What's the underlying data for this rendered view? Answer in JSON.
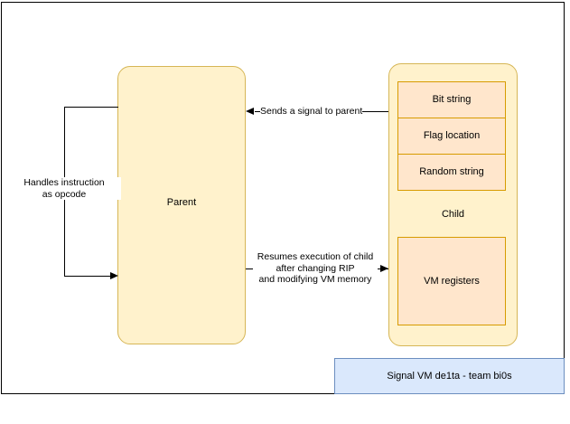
{
  "diagram": {
    "parent": {
      "label": "Parent"
    },
    "child": {
      "label": "Child",
      "components": [
        {
          "label": "Bit string"
        },
        {
          "label": "Flag location"
        },
        {
          "label": "Random string"
        },
        {
          "label": "VM registers"
        }
      ]
    },
    "edges": {
      "self_loop": {
        "line1": "Handles instruction",
        "line2": "as opcode"
      },
      "child_to_parent": {
        "line1": "Sends a signal to parent"
      },
      "parent_to_child": {
        "line1": "Resumes execution of child",
        "line2": "after changing RIP",
        "line3": "and modifying VM memory"
      }
    }
  },
  "legend": {
    "title": "Signal VM de1ta - team bi0s"
  },
  "colors": {
    "process_fill": "#fff2cc",
    "process_stroke": "#d6b656",
    "component_fill": "#ffe6cc",
    "component_stroke": "#d79b00",
    "legend_fill": "#dae8fc",
    "legend_stroke": "#6c8ebf",
    "edge_stroke": "#000000"
  }
}
